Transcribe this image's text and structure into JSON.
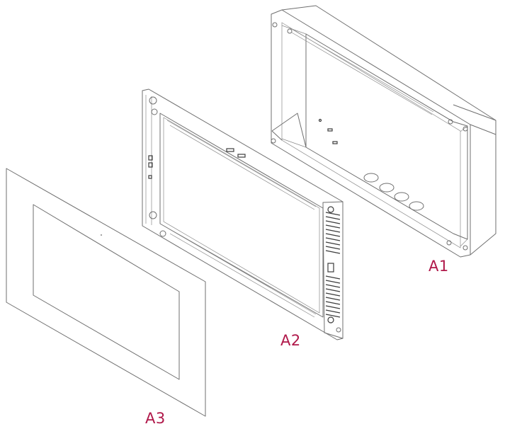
{
  "labels": {
    "a1": "A1",
    "a2": "A2",
    "a3": "A3"
  },
  "colors": {
    "label": "#b0184a",
    "line": "#6f6f6f",
    "background": "#ffffff"
  },
  "parts": [
    {
      "id": "A1",
      "description_icon": "back-box-icon"
    },
    {
      "id": "A2",
      "description_icon": "mounting-frame-icon"
    },
    {
      "id": "A3",
      "description_icon": "front-panel-icon"
    }
  ]
}
